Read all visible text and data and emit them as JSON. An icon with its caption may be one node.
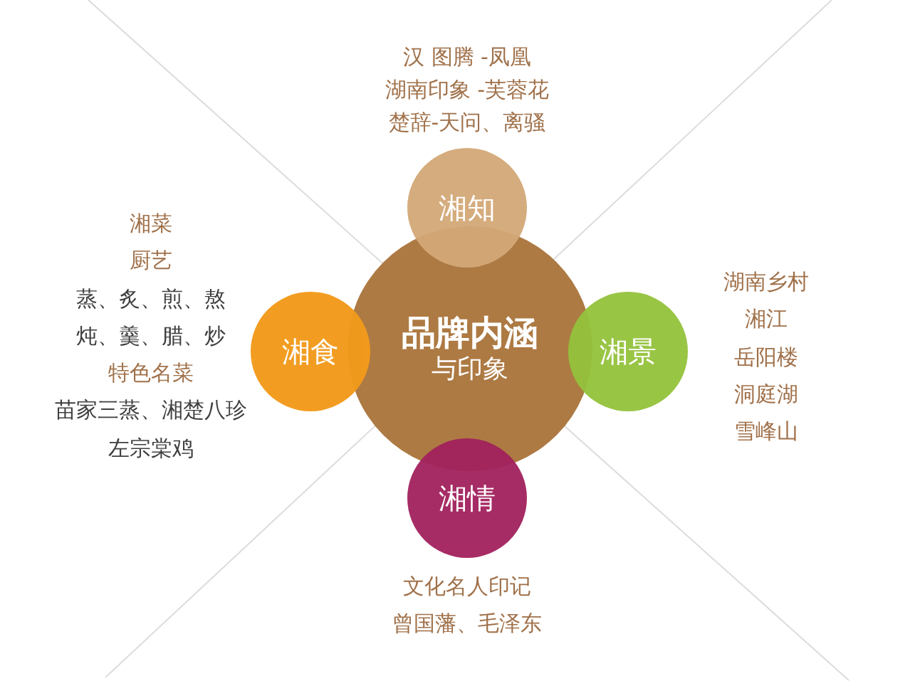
{
  "diagram": {
    "nodes": [
      {
        "text": [
          "品牌内涵",
          "与印象"
        ]
      },
      {
        "text": [
          "湘知"
        ],
        "beside": [
          "汉 图腾 -凤凰",
          "湖南印象 -芙蓉花",
          "楚辞-天问、离骚"
        ]
      },
      {
        "text": [
          "湘食"
        ],
        "beside": [
          "湘菜",
          "厨艺",
          "蒸、炙、煎、熬",
          "炖、羹、腊、炒",
          "特色名菜",
          "苗家三蒸、湘楚八珍",
          "左宗棠鸡"
        ]
      },
      {
        "text": [
          "湘景"
        ],
        "beside": [
          "湖南乡村",
          "湘江",
          "岳阳楼",
          "洞庭湖",
          "雪峰山"
        ]
      },
      {
        "text": [
          "湘情"
        ],
        "beside": [
          "文化名人印记",
          "曾国藩、毛泽东"
        ]
      }
    ]
  }
}
